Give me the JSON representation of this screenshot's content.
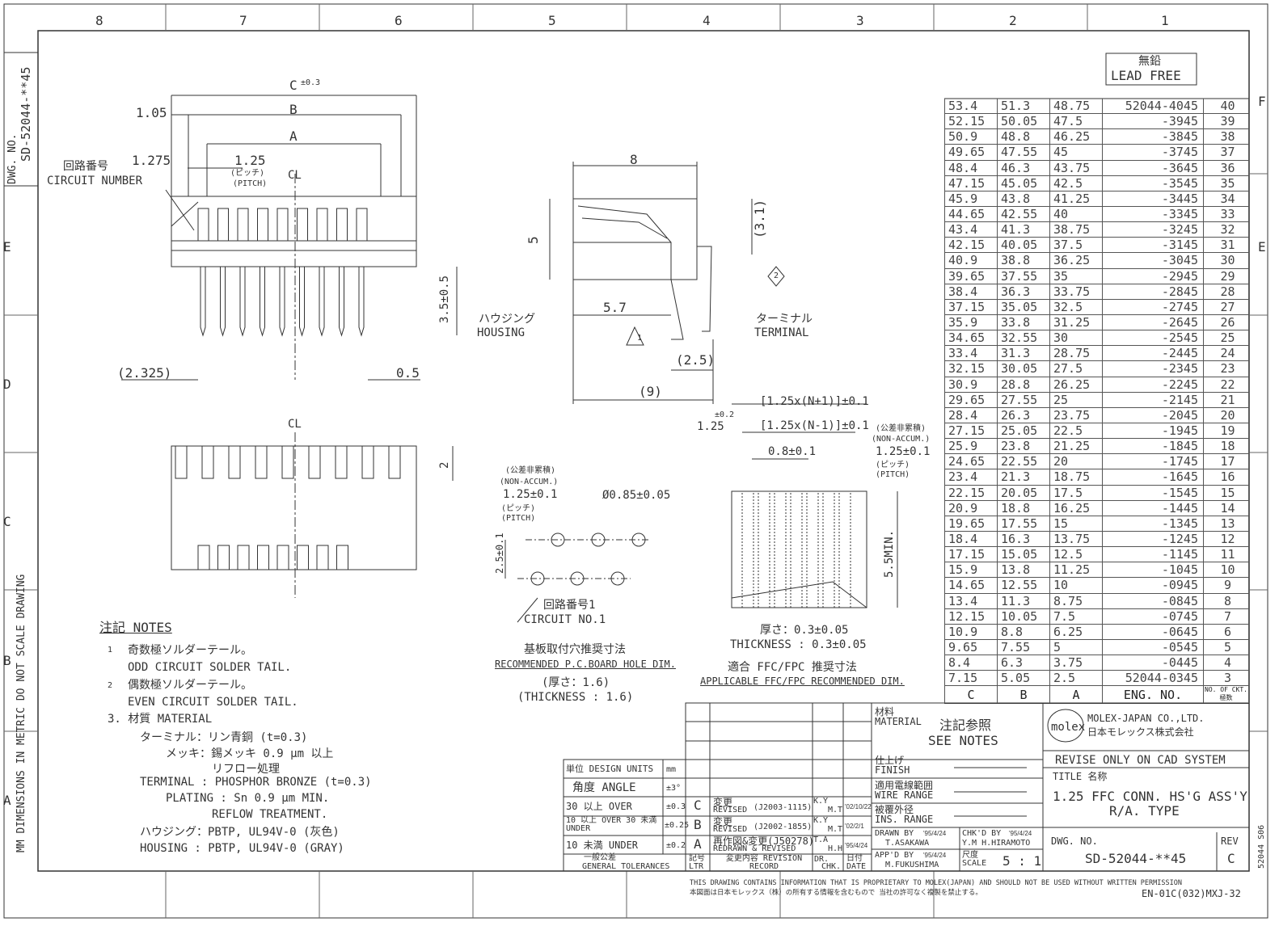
{
  "frame": {
    "zones_h": [
      "8",
      "7",
      "6",
      "5",
      "4",
      "3",
      "2",
      "1"
    ],
    "zones_v": [
      "F",
      "E",
      "D",
      "C",
      "B",
      "A"
    ],
    "side_note": "MM DIMENSIONS IN METRIC DO NOT SCALE DRAWING",
    "dwg_tab_label": "DWG. NO.",
    "dwg_tab_value": "SD-52044-**45",
    "edge_code": "52044 S06"
  },
  "lead_free": {
    "jp": "無鉛",
    "en": "LEAD FREE"
  },
  "front_view": {
    "c": "C",
    "c_tol": "±0.3",
    "b": "B",
    "a": "A",
    "d105": "1.05",
    "d1275": "1.275",
    "pitch": "1.25",
    "pitch_jp": "(ピッチ)",
    "pitch_en": "(PITCH)",
    "circuit_jp": "回路番号",
    "circuit_en": "CIRCUIT NUMBER",
    "cl": "CL",
    "tail": "3.5±0.5",
    "d2325": "(2.325)",
    "d05": "0.5"
  },
  "side_view": {
    "d8": "8",
    "d5": "5",
    "d31": "(3.1)",
    "d57": "5.7",
    "d25": "(2.5)",
    "d9": "(9)",
    "housing_jp": "ハウジング",
    "housing_en": "HOUSING",
    "terminal_jp": "ターミナル",
    "terminal_en": "TERMINAL",
    "mark1": "1",
    "mark2": "2"
  },
  "bottom_view": {
    "cl": "CL",
    "d2": "2"
  },
  "pcb": {
    "nonaccum_jp": "(公差非累積)",
    "nonaccum_en": "(NON-ACCUM.)",
    "pitch": "1.25±0.1",
    "pitch_jp": "(ピッチ)",
    "pitch_en": "(PITCH)",
    "hole": "Ø0.85±0.05",
    "row": "2.5±0.1",
    "circuit_jp": "回路番号1",
    "circuit_en": "CIRCUIT NO.1",
    "title_jp": "基板取付穴推奨寸法",
    "title_en": "RECOMMENDED P.C.BOARD HOLE DIM.",
    "thick_jp": "(厚さ：1.6)",
    "thick_en": "(THICKNESS : 1.6)"
  },
  "ffc": {
    "n1": "[1.25x(N+1)]±0.1",
    "d125": "1.25",
    "tol02": "±0.2",
    "nm1": "[1.25x(N-1)]±0.1",
    "d08": "0.8±0.1",
    "nonaccum_jp": "(公差非累積)",
    "nonaccum_en": "(NON-ACCUM.)",
    "pitch": "1.25±0.1",
    "pitch_jp": "(ピッチ)",
    "pitch_en": "(PITCH)",
    "min": "5.5MIN.",
    "thick_jp": "厚さ：0.3±0.05",
    "thick_en": "THICKNESS : 0.3±0.05",
    "title_jp": "適合 FFC/FPC 推奨寸法",
    "title_en": "APPLICABLE FFC/FPC RECOMMENDED DIM."
  },
  "notes": {
    "heading": "注記 NOTES",
    "n1_jp": "奇数極ソルダーテール。",
    "n1_en": "ODD CIRCUIT SOLDER TAIL.",
    "n1_mark": "1",
    "n2_jp": "偶数極ソルダーテール。",
    "n2_en": "EVEN CIRCUIT SOLDER TAIL.",
    "n2_mark": "2",
    "n3": "3. 材質 MATERIAL",
    "l1": "ターミナル：リン青銅 (t=0.3)",
    "l2": "メッキ：錫メッキ 0.9 μm 以上",
    "l3": "リフロー処理",
    "l4": "TERMINAL : PHOSPHOR BRONZE (t=0.3)",
    "l5": "PLATING : Sn 0.9 μm MIN.",
    "l6": "REFLOW TREATMENT.",
    "l7": "ハウジング：PBTP, UL94V-0 (灰色)",
    "l8": "HOUSING : PBTP, UL94V-0 (GRAY)"
  },
  "table": {
    "headers": [
      "C",
      "B",
      "A",
      "ENG. NO.",
      "NO. OF CKT. 極数"
    ],
    "rows": [
      [
        "53.4",
        "51.3",
        "48.75",
        "52044-4045",
        "40"
      ],
      [
        "52.15",
        "50.05",
        "47.5",
        "-3945",
        "39"
      ],
      [
        "50.9",
        "48.8",
        "46.25",
        "-3845",
        "38"
      ],
      [
        "49.65",
        "47.55",
        "45",
        "-3745",
        "37"
      ],
      [
        "48.4",
        "46.3",
        "43.75",
        "-3645",
        "36"
      ],
      [
        "47.15",
        "45.05",
        "42.5",
        "-3545",
        "35"
      ],
      [
        "45.9",
        "43.8",
        "41.25",
        "-3445",
        "34"
      ],
      [
        "44.65",
        "42.55",
        "40",
        "-3345",
        "33"
      ],
      [
        "43.4",
        "41.3",
        "38.75",
        "-3245",
        "32"
      ],
      [
        "42.15",
        "40.05",
        "37.5",
        "-3145",
        "31"
      ],
      [
        "40.9",
        "38.8",
        "36.25",
        "-3045",
        "30"
      ],
      [
        "39.65",
        "37.55",
        "35",
        "-2945",
        "29"
      ],
      [
        "38.4",
        "36.3",
        "33.75",
        "-2845",
        "28"
      ],
      [
        "37.15",
        "35.05",
        "32.5",
        "-2745",
        "27"
      ],
      [
        "35.9",
        "33.8",
        "31.25",
        "-2645",
        "26"
      ],
      [
        "34.65",
        "32.55",
        "30",
        "-2545",
        "25"
      ],
      [
        "33.4",
        "31.3",
        "28.75",
        "-2445",
        "24"
      ],
      [
        "32.15",
        "30.05",
        "27.5",
        "-2345",
        "23"
      ],
      [
        "30.9",
        "28.8",
        "26.25",
        "-2245",
        "22"
      ],
      [
        "29.65",
        "27.55",
        "25",
        "-2145",
        "21"
      ],
      [
        "28.4",
        "26.3",
        "23.75",
        "-2045",
        "20"
      ],
      [
        "27.15",
        "25.05",
        "22.5",
        "-1945",
        "19"
      ],
      [
        "25.9",
        "23.8",
        "21.25",
        "-1845",
        "18"
      ],
      [
        "24.65",
        "22.55",
        "20",
        "-1745",
        "17"
      ],
      [
        "23.4",
        "21.3",
        "18.75",
        "-1645",
        "16"
      ],
      [
        "22.15",
        "20.05",
        "17.5",
        "-1545",
        "15"
      ],
      [
        "20.9",
        "18.8",
        "16.25",
        "-1445",
        "14"
      ],
      [
        "19.65",
        "17.55",
        "15",
        "-1345",
        "13"
      ],
      [
        "18.4",
        "16.3",
        "13.75",
        "-1245",
        "12"
      ],
      [
        "17.15",
        "15.05",
        "12.5",
        "-1145",
        "11"
      ],
      [
        "15.9",
        "13.8",
        "11.25",
        "-1045",
        "10"
      ],
      [
        "14.65",
        "12.55",
        "10",
        "-0945",
        "9"
      ],
      [
        "13.4",
        "11.3",
        "8.75",
        "-0845",
        "8"
      ],
      [
        "12.15",
        "10.05",
        "7.5",
        "-0745",
        "7"
      ],
      [
        "10.9",
        "8.8",
        "6.25",
        "-0645",
        "6"
      ],
      [
        "9.65",
        "7.55",
        "5",
        "-0545",
        "5"
      ],
      [
        "8.4",
        "6.3",
        "3.75",
        "-0445",
        "4"
      ],
      [
        "7.15",
        "5.05",
        "2.5",
        "52044-0345",
        "3"
      ]
    ]
  },
  "tolerances": {
    "units": "単位 DESIGN UNITS",
    "units_v": "mm",
    "angle": "角度 ANGLE",
    "angle_v": "±3°",
    "r1": "30 以上 OVER",
    "r1_v": "±0.3",
    "r2": "10 以上 OVER 30 未満 UNDER",
    "r2_v": "±0.25",
    "r3": "10 未満 UNDER",
    "r3_v": "±0.2",
    "footer_jp": "一般公差",
    "footer_en": "GENERAL TOLERANCES"
  },
  "revisions": {
    "rows": [
      {
        "ltr": "C",
        "jp": "変更",
        "en": "REVISED",
        "ref": "(J2003-1115)",
        "dr": "K.Y",
        "chk": "M.T",
        "date": "'02/10/22"
      },
      {
        "ltr": "B",
        "jp": "変更",
        "en": "REVISED",
        "ref": "(J2002-1855)",
        "dr": "K.Y",
        "chk": "M.T",
        "date": "'02/2/1"
      },
      {
        "ltr": "A",
        "jp": "再作図&変更(J50278)",
        "en": "REDRAWN & REVISED",
        "ref": "",
        "dr": "T.A",
        "chk": "H.H",
        "date": "'95/4/24"
      }
    ],
    "h_ltr": "記号 LTR",
    "h_rec": "変更内容 REVISION RECORD",
    "h_dr": "DR.",
    "h_chk": "CHK.",
    "h_date": "日付 DATE"
  },
  "titleblock": {
    "material_label": "材料 MATERIAL",
    "material_jp": "注記参照",
    "material_en": "SEE NOTES",
    "finish": "仕上げ FINISH",
    "wire": "適用電線範囲 WIRE RANGE",
    "ins": "被覆外径 INS. RANGE",
    "drawn_label": "DRAWN BY",
    "drawn_date": "'95/4/24",
    "drawn_name": "T.ASAKAWA",
    "chk_label": "CHK'D BY",
    "chk_date": "'95/4/24",
    "chk_name": "Y.M H.HIRAMOTO",
    "app_label": "APP'D BY",
    "app_date": "'95/4/24",
    "app_name": "M.FUKUSHIMA",
    "scale_label": "尺度 SCALE",
    "scale": "5 : 1",
    "company_logo": "molex",
    "company_en": "MOLEX-JAPAN CO.,LTD.",
    "company_jp": "日本モレックス株式会社",
    "revise_only": "REVISE ONLY ON CAD SYSTEM",
    "title_label": "TITLE 名称",
    "title1": "1.25 FFC CONN. HS'G ASS'Y",
    "title2": "R/A. TYPE",
    "dwg_label": "DWG. NO.",
    "dwg": "SD-52044-**45",
    "rev_label": "REV",
    "rev": "C"
  },
  "footer": {
    "en": "THIS DRAWING CONTAINS INFORMATION THAT IS PROPRIETARY TO MOLEX(JAPAN) AND SHOULD NOT BE USED WITHOUT WRITTEN PERMISSION",
    "jp": "本図面は日本モレックス（株）の所有する情報を含むもので 当社の許可なく複製を禁止する。",
    "code": "EN-01C(032)MXJ-32"
  }
}
